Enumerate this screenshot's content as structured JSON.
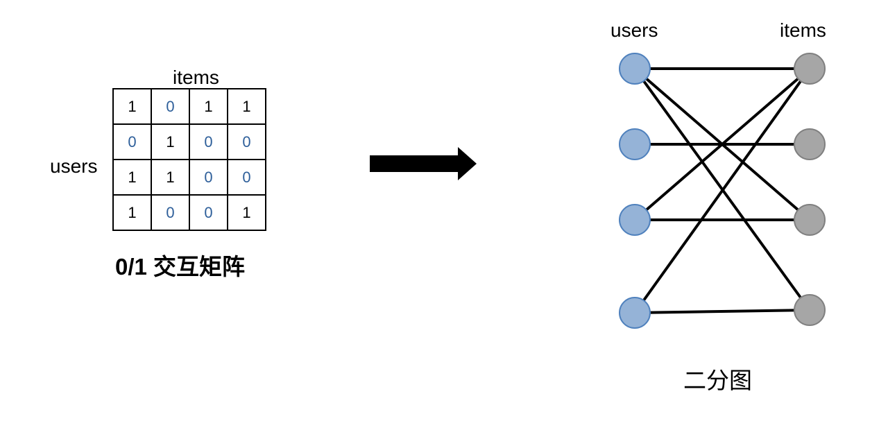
{
  "matrix": {
    "col_label": "items",
    "row_label": "users",
    "rows": [
      [
        "1",
        "0",
        "1",
        "1"
      ],
      [
        "0",
        "1",
        "0",
        "0"
      ],
      [
        "1",
        "1",
        "0",
        "0"
      ],
      [
        "1",
        "0",
        "0",
        "1"
      ]
    ],
    "caption": "0/1 交互矩阵"
  },
  "graph": {
    "users_label": "users",
    "items_label": "items",
    "caption": "二分图",
    "user_node_color": "#95b3d7",
    "user_node_stroke": "#4f81bd",
    "item_node_color": "#a6a6a6",
    "item_node_stroke": "#808080",
    "edges": [
      [
        0,
        0
      ],
      [
        0,
        2
      ],
      [
        0,
        3
      ],
      [
        1,
        1
      ],
      [
        2,
        0
      ],
      [
        2,
        2
      ],
      [
        3,
        0
      ],
      [
        3,
        3
      ]
    ]
  },
  "colors": {
    "zero": "#2e5f9a",
    "one": "#000000",
    "arrow": "#000000"
  }
}
